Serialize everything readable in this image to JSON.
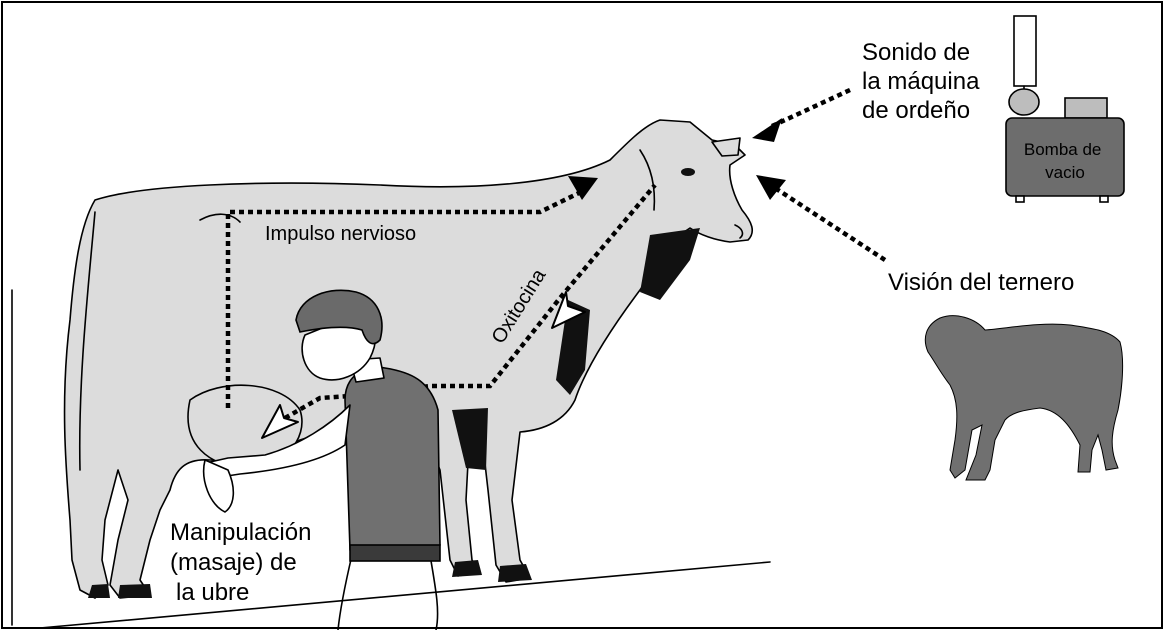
{
  "labels": {
    "impulso": "Impulso nervioso",
    "oxitocina": "Oxitocina",
    "sonido": [
      "Sonido de",
      "la máquina",
      "de ordeño"
    ],
    "bomba": [
      "Bomba de",
      "vacio"
    ],
    "vision": "Visión del ternero",
    "manipulacion": [
      "Manipulación",
      "(masaje) de",
      "la ubre"
    ]
  },
  "colors": {
    "cow_fill": "#dcdcdc",
    "shirt_fill": "#707070",
    "calf_fill": "#707070",
    "pump_fill": "#6d6d6d",
    "background": "#ffffff"
  }
}
